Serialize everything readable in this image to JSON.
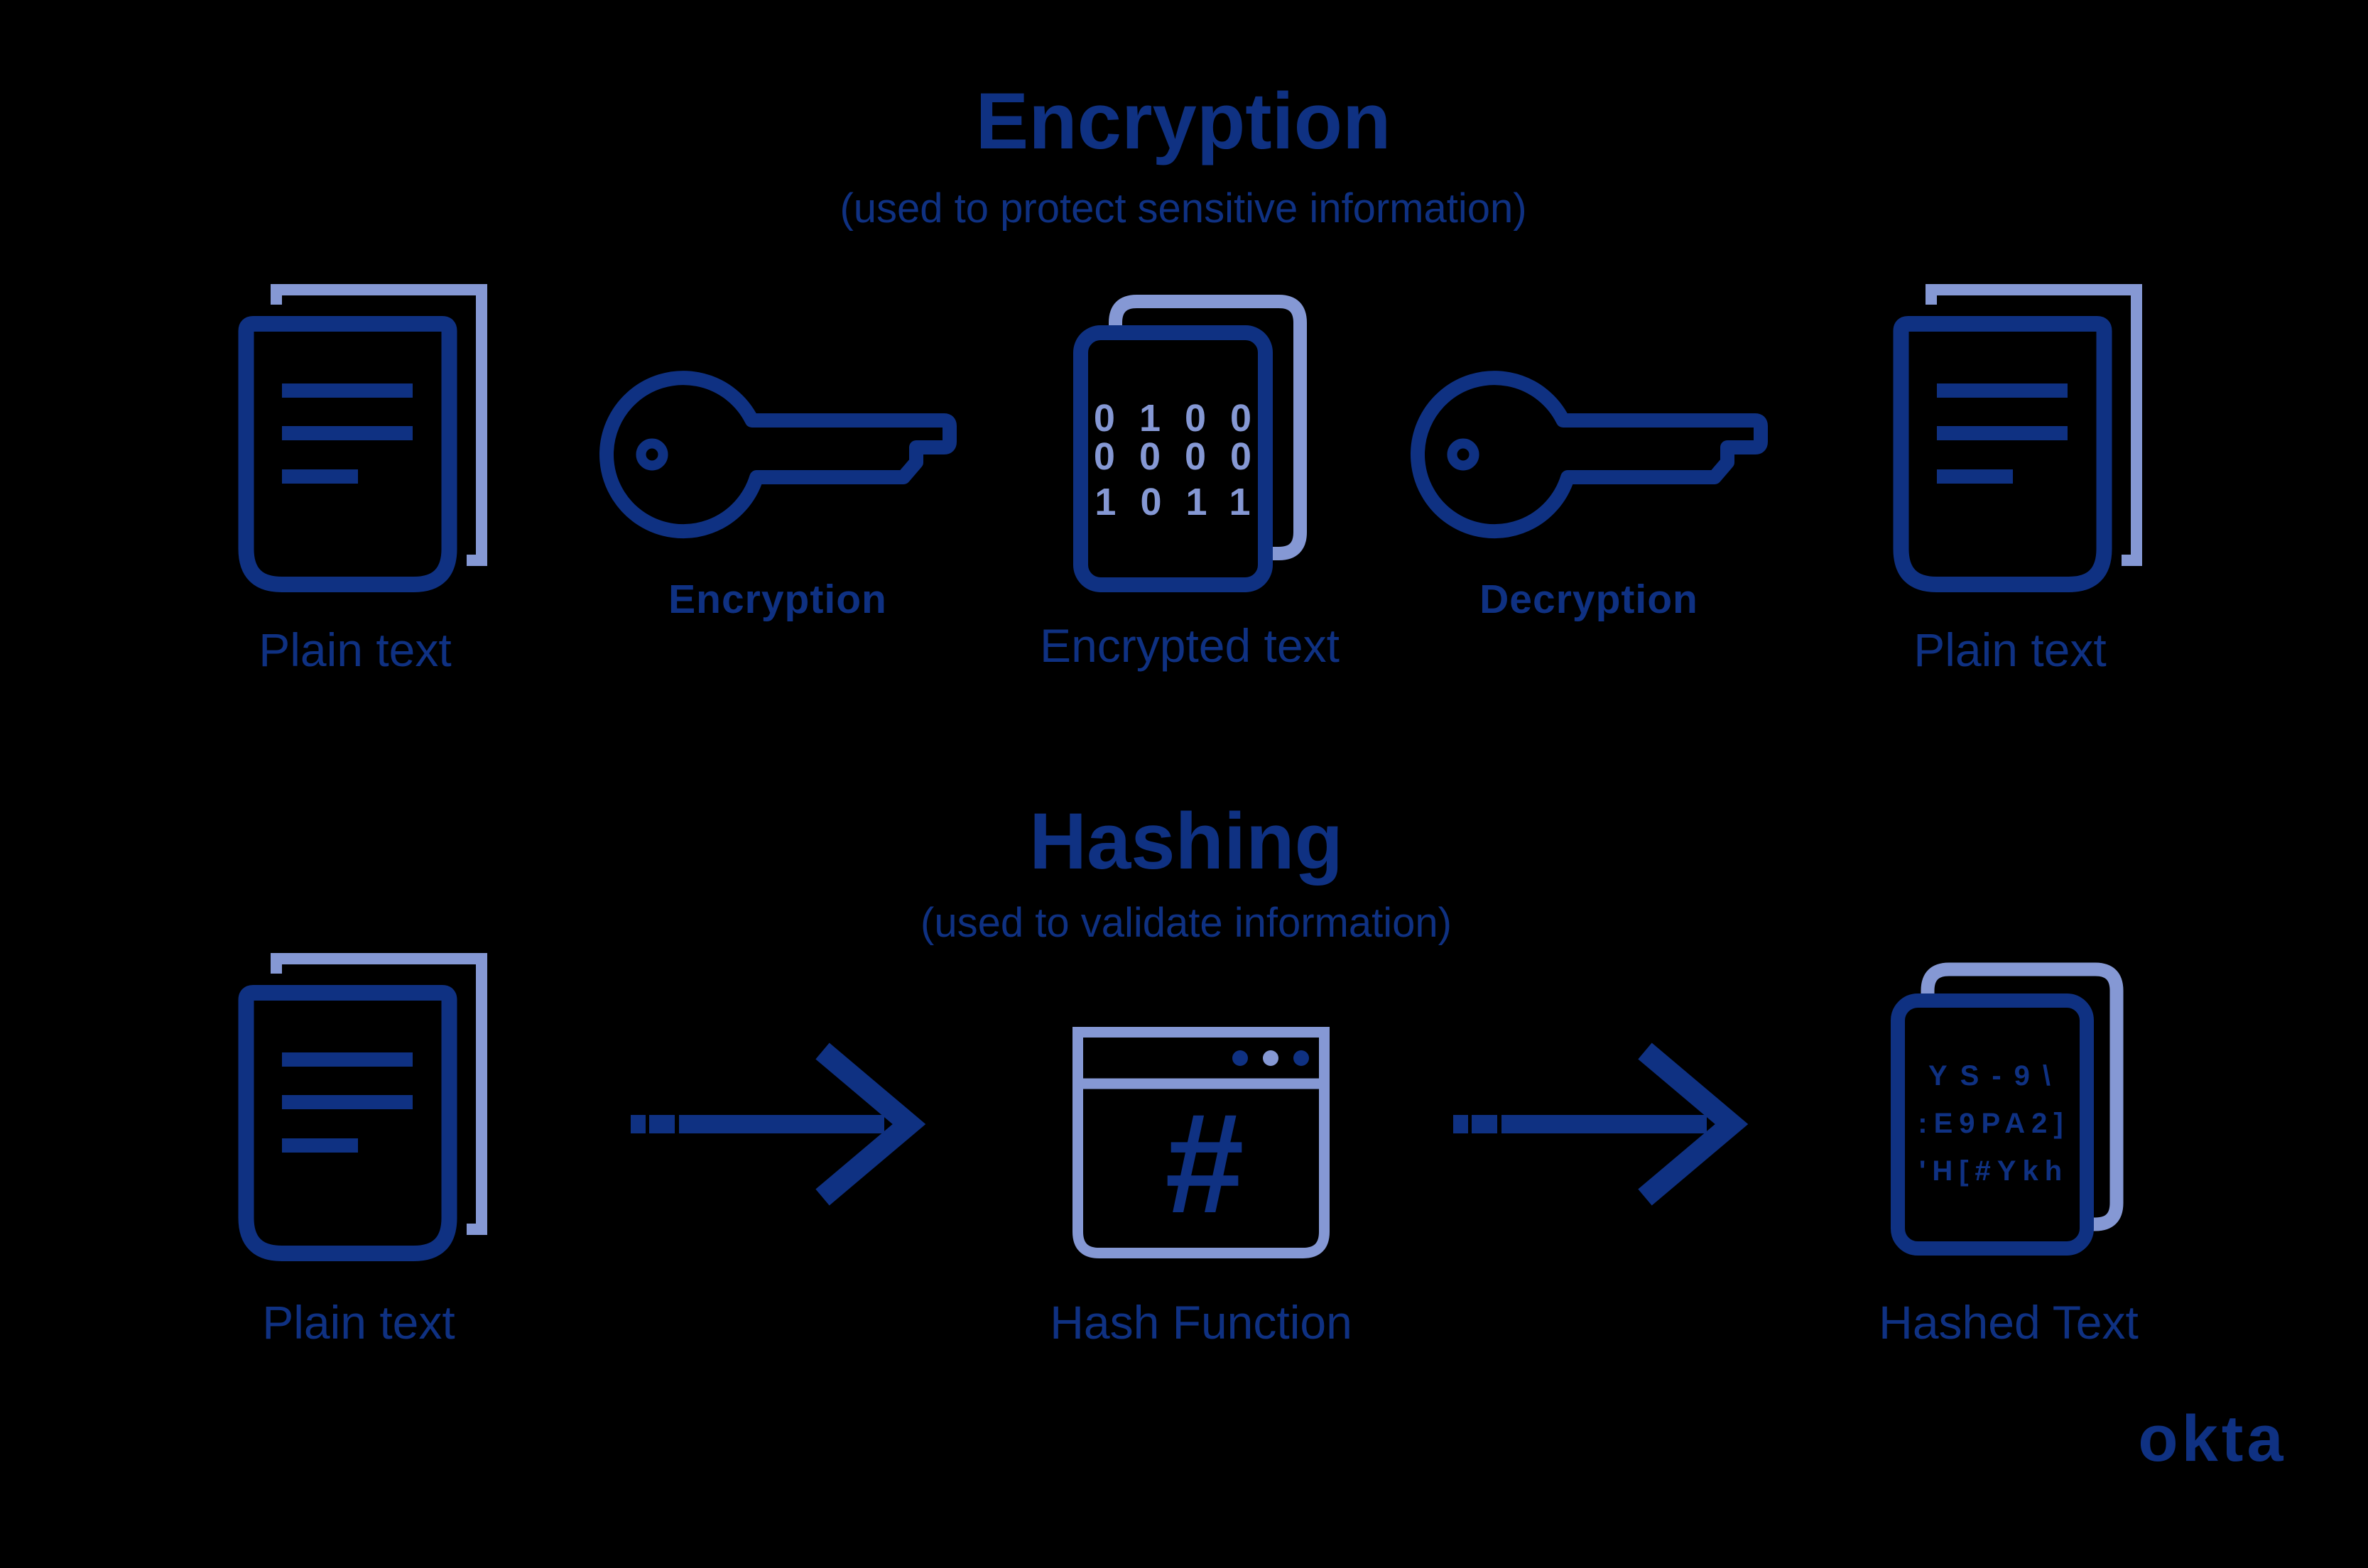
{
  "colors": {
    "background": "#000000",
    "navy": "#0f3182",
    "periwinkle": "#8598d4"
  },
  "icons": {
    "document": "document-icon",
    "key": "key-icon",
    "arrow": "arrow-right-icon",
    "hash_window": "hash-function-window-icon",
    "binary_document": "binary-document-icon",
    "hashed_document": "hashed-document-icon"
  },
  "encryption": {
    "title": "Encryption",
    "subtitle": "(used to protect sensitive information)",
    "plain_text_left": "Plain text",
    "key_encrypt_label": "Encryption",
    "encrypted_text_label": "Encrypted text",
    "key_decrypt_label": "Decryption",
    "plain_text_right": "Plain text",
    "binary_rows": [
      "0100",
      "0000",
      "1011"
    ]
  },
  "hashing": {
    "title": "Hashing",
    "subtitle": "(used to validate information)",
    "plain_text_label": "Plain text",
    "hash_function_label": "Hash Function",
    "hash_symbol": "#",
    "hashed_text_label": "Hashed Text",
    "hashed_rows": [
      "YS-9\\",
      ":E9PA2]",
      "'H[#Ykh"
    ]
  },
  "brand": {
    "logo_text": "okta"
  }
}
